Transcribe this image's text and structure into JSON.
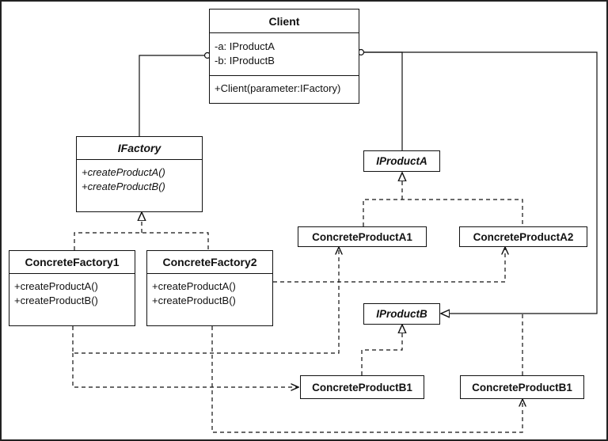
{
  "client": {
    "name": "Client",
    "attributes": [
      "-a: IProductA",
      "-b: IProductB"
    ],
    "operations": [
      "+Client(parameter:IFactory)"
    ]
  },
  "ifactory": {
    "name": "IFactory",
    "operations": [
      "+createProductA()",
      "+createProductB()"
    ]
  },
  "factory1": {
    "name": "ConcreteFactory1",
    "operations": [
      "+createProductA()",
      "+createProductB()"
    ]
  },
  "factory2": {
    "name": "ConcreteFactory2",
    "operations": [
      "+createProductA()",
      "+createProductB()"
    ]
  },
  "iproducta": {
    "name": "IProductA"
  },
  "iproductb": {
    "name": "IProductB"
  },
  "producta1": {
    "name": "ConcreteProductA1"
  },
  "producta2": {
    "name": "ConcreteProductA2"
  },
  "productb1_left": {
    "name": "ConcreteProductB1"
  },
  "productb1_right": {
    "name": "ConcreteProductB1"
  }
}
